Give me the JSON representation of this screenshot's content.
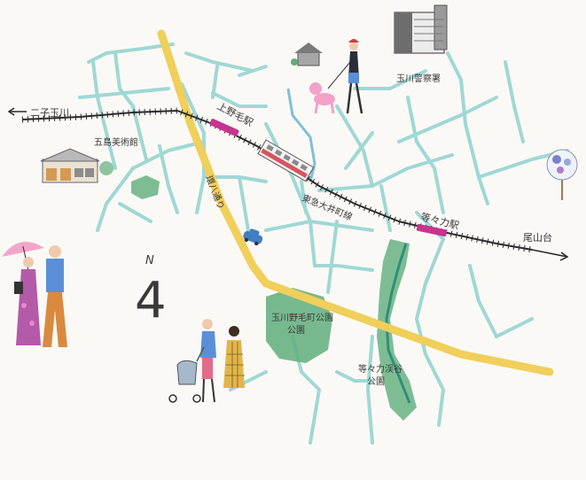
{
  "colors": {
    "background": "#fbf9f6",
    "street": "#8fd3cf",
    "ring_road": "#f0cf5a",
    "park": "#5fae7c",
    "stream": "#2f8f7a",
    "rail": "#2b2b2b",
    "station": "#c8338e",
    "train": "#d6555f",
    "police": "#5b5b5b"
  },
  "railway": {
    "west_arrow_label": "二子玉川",
    "east_arrow_label": "尾山台",
    "line_name": "東急大井町線"
  },
  "stations": [
    {
      "id": "kaminoge",
      "label": "上野毛駅"
    },
    {
      "id": "todoroki",
      "label": "等々力駅"
    }
  ],
  "roads": {
    "ring8": "環八通り"
  },
  "landmarks": {
    "museum": "五島美術館",
    "police": "玉川警察署",
    "park_kaminoge": "玉川野毛町公園",
    "park_kaminoge_line2": "公園",
    "todoroki_valley": "等々力渓谷",
    "todoroki_valley_line2": "公園"
  },
  "compass": {
    "letter": "N",
    "number": "4"
  },
  "icons": [
    "person-with-dog-icon",
    "umbrella-couple-icon",
    "stroller-family-icon",
    "train-icon",
    "car-icon",
    "fan-icon",
    "police-building-icon",
    "museum-building-icon",
    "small-house-icon"
  ]
}
